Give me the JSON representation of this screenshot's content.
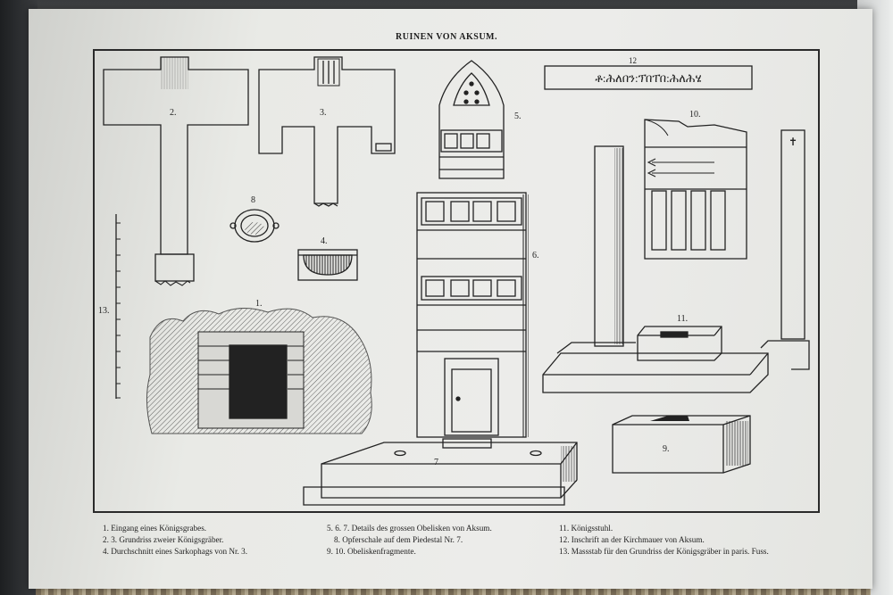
{
  "title": "RUINEN VON AKSUM.",
  "figure_numbers": {
    "f1": "1.",
    "f2": "2.",
    "f3": "3.",
    "f4": "4.",
    "f5": "5.",
    "f6": "6.",
    "f7": "7",
    "f8": "8",
    "f9": "9.",
    "f10": "10.",
    "f11": "11.",
    "f12": "12",
    "f13": "13."
  },
  "inscription": "ቶ:ሕለበን:ፕበፐበ:ሕለሕሄ",
  "legend": {
    "col1": [
      "1. Eingang eines Königsgrabes.",
      "2. 3. Grundriss zweier Königsgräber.",
      "4. Durchschnitt eines Sarkophags von Nr. 3."
    ],
    "col2": [
      "5. 6. 7. Details des grossen Obelisken von Aksum.",
      "8. Opferschale auf dem Piedestal Nr. 7.",
      "9. 10. Obeliskenfragmente."
    ],
    "col3": [
      "11. Königsstuhl.",
      "12. Inschrift an der Kirchmauer von Aksum.",
      "13. Massstab für den Grundriss der Königsgräber in paris. Fuss."
    ]
  }
}
